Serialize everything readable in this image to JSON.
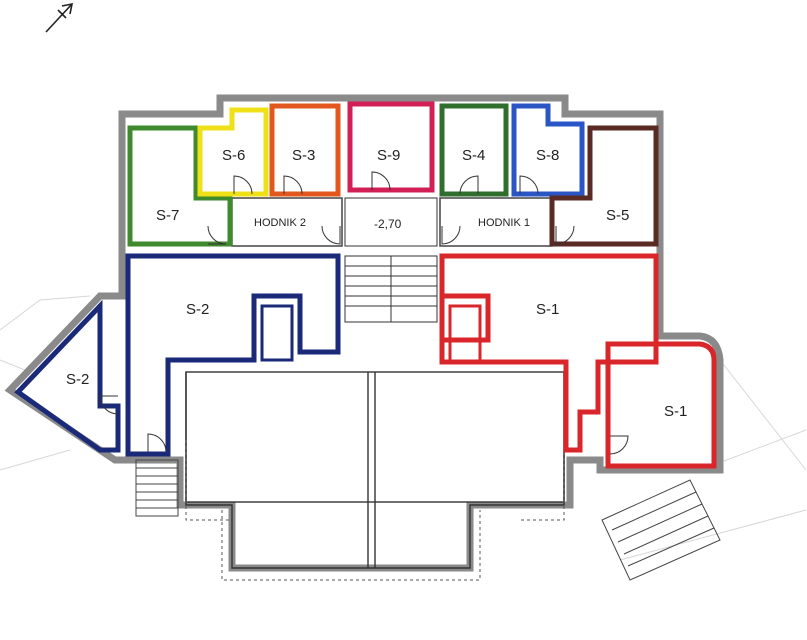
{
  "colors": {
    "wall": "#8a8a8a",
    "wall_dark": "#3a3a3a",
    "S-1": "#d8262b",
    "S-2": "#1b2a78",
    "S-3": "#e2571e",
    "S-4": "#2f6e2c",
    "S-5": "#5a2a25",
    "S-6": "#f0e018",
    "S-7": "#3e8a2c",
    "S-8": "#2a55c4",
    "S-9": "#d21f55"
  },
  "labels": {
    "s6": "S-6",
    "s3": "S-3",
    "s9": "S-9",
    "s4": "S-4",
    "s8": "S-8",
    "s7": "S-7",
    "s5": "S-5",
    "s2_main": "S-2",
    "s2_wing": "S-2",
    "s1_main": "S-1",
    "s1_wing": "S-1",
    "hodnik2": "HODNIK  2",
    "hodnik1": "HODNIK  1",
    "elevation": "-2,70"
  },
  "icons": {
    "north": "north-arrow-icon"
  }
}
